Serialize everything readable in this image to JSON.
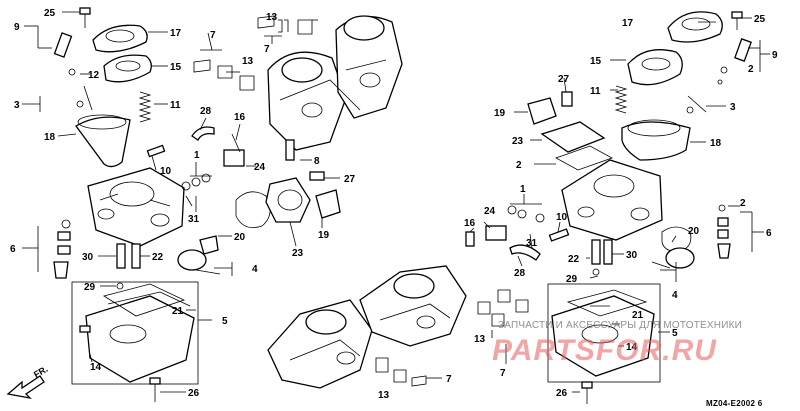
{
  "diagram": {
    "diagram_code": "MZ04-E2002 6",
    "direction_label": "FR.",
    "watermark": {
      "subtitle": "ЗАПЧАСТИ И АКСЕССУАРЫ ДЛЯ МОТОТЕХНИКИ",
      "brand": "PARTSFOR.RU"
    },
    "callouts_left": [
      "25",
      "9",
      "12",
      "3",
      "18",
      "17",
      "15",
      "11",
      "7",
      "13",
      "28",
      "1",
      "16",
      "24",
      "10",
      "8",
      "27",
      "6",
      "31",
      "20",
      "19",
      "23",
      "30",
      "22",
      "29",
      "4",
      "21",
      "5",
      "14",
      "26"
    ],
    "callouts_right": [
      "17",
      "25",
      "15",
      "2",
      "9",
      "11",
      "3",
      "27",
      "19",
      "23",
      "18",
      "2",
      "1",
      "24",
      "16",
      "10",
      "31",
      "28",
      "20",
      "30",
      "22",
      "29",
      "4",
      "2",
      "6",
      "21",
      "5",
      "14",
      "13",
      "7",
      "26",
      "13",
      "7"
    ]
  }
}
